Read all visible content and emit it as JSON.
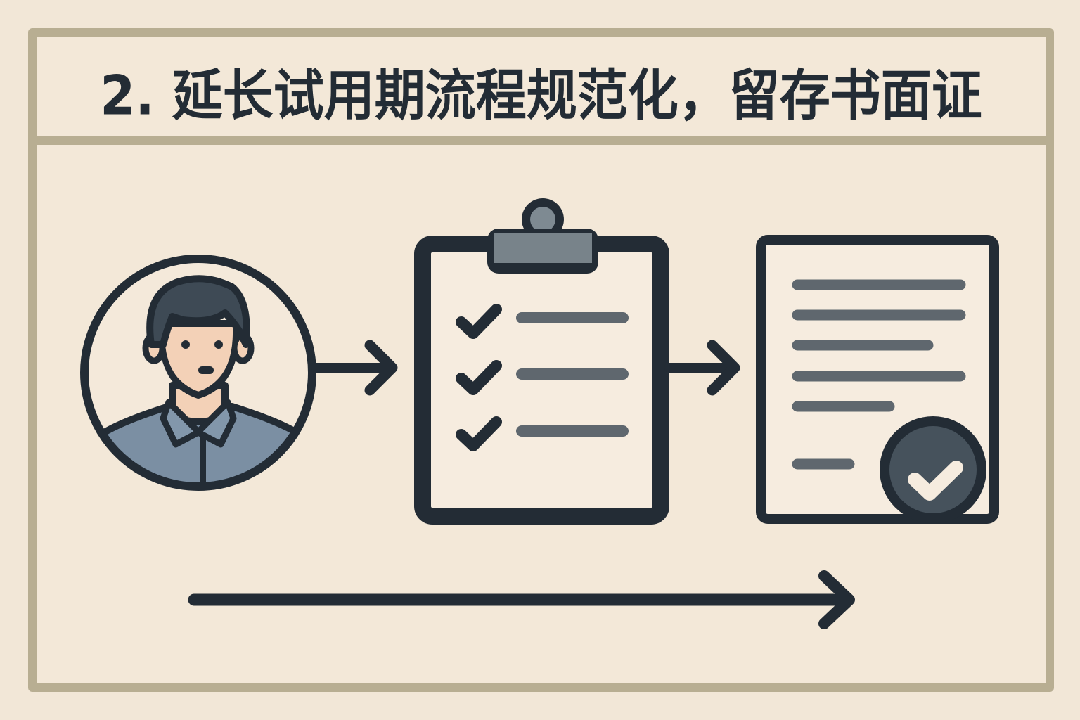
{
  "header": {
    "title": "2. 延长试用期流程规范化，留存书面证"
  },
  "diagram": {
    "steps": [
      {
        "id": "employee",
        "icon": "person-avatar-icon",
        "description": "Employee in circular avatar"
      },
      {
        "id": "checklist",
        "icon": "clipboard-checklist-icon",
        "checked_items": 3
      },
      {
        "id": "document",
        "icon": "approved-document-icon",
        "text_lines": 6,
        "badge": "check-badge-icon"
      }
    ],
    "connectors": [
      "arrow-right-icon",
      "arrow-right-icon"
    ],
    "timeline": "long-arrow-right-icon"
  },
  "colors": {
    "background": "#f2e7d7",
    "frame": "#b8ae92",
    "ink": "#232c35",
    "line_gray": "#5f676e",
    "clip_gray": "#78838a",
    "skin": "#f3d1b7",
    "shirt": "#7b8fa3",
    "hair": "#3e4a55",
    "paper": "#f6ecdf",
    "badge": "#46525c"
  }
}
